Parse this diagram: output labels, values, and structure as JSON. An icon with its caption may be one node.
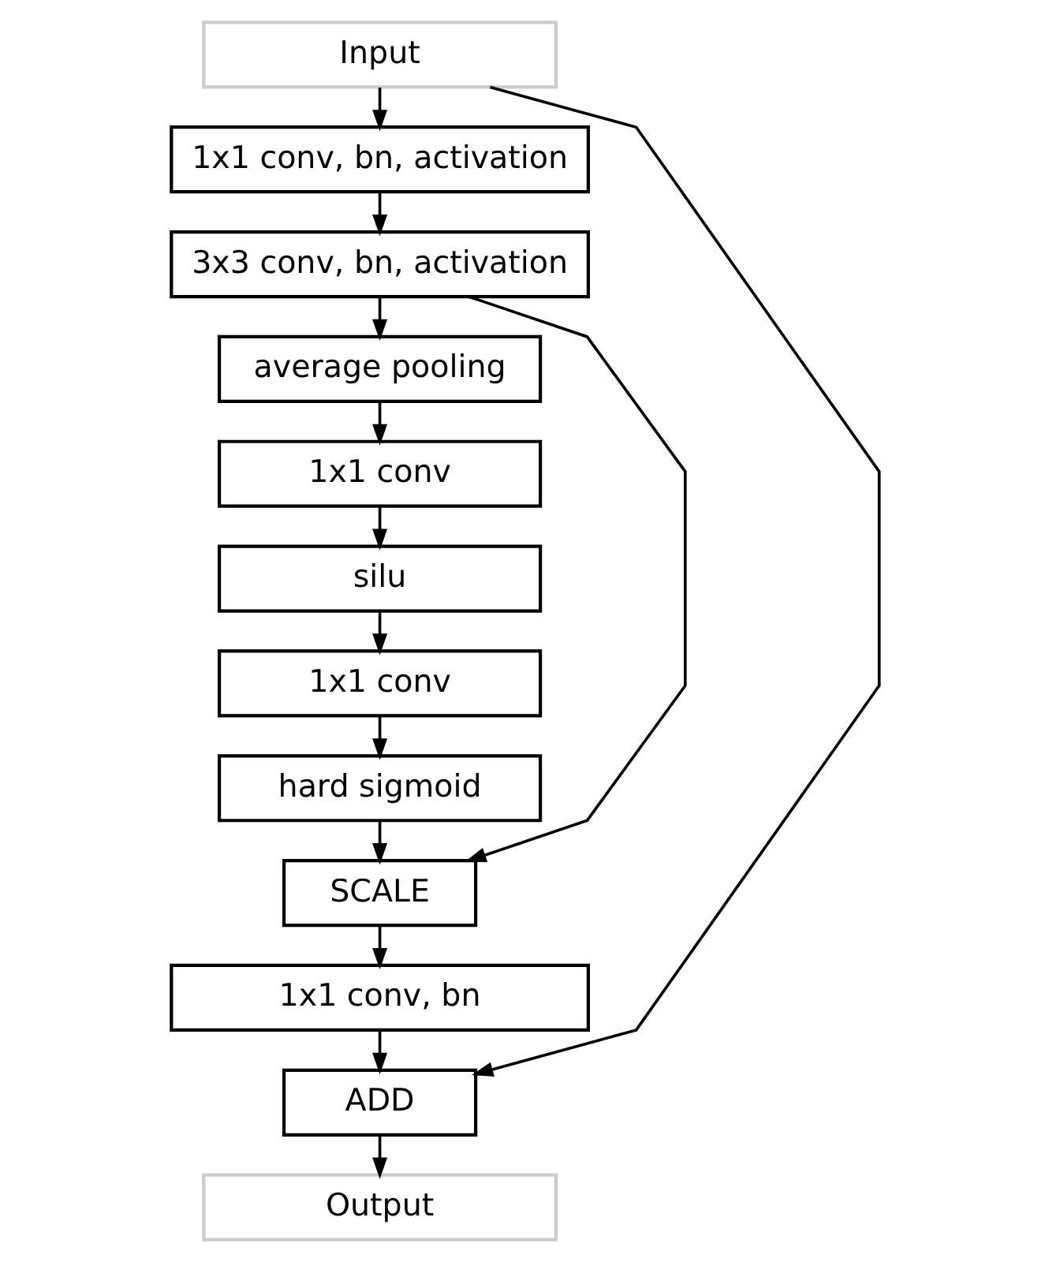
{
  "diagram": {
    "nodes": [
      {
        "text": [
          "Input"
        ]
      },
      {
        "text": [
          "1x1 conv, bn, activation"
        ]
      },
      {
        "text": [
          "3x3 conv, bn, activation"
        ]
      },
      {
        "text": [
          "average pooling"
        ]
      },
      {
        "text": [
          "1x1 conv"
        ]
      },
      {
        "text": [
          "silu"
        ]
      },
      {
        "text": [
          "1x1 conv"
        ]
      },
      {
        "text": [
          "hard sigmoid"
        ]
      },
      {
        "text": [
          "SCALE"
        ]
      },
      {
        "text": [
          "1x1 conv, bn"
        ]
      },
      {
        "text": [
          "ADD"
        ]
      },
      {
        "text": [
          "Output"
        ]
      }
    ],
    "edges": [
      {
        "from": 0,
        "to": 1,
        "arrow": "to"
      },
      {
        "from": 0,
        "to": 10,
        "arrow": "to"
      },
      {
        "from": 1,
        "to": 2,
        "arrow": "to"
      },
      {
        "from": 2,
        "to": 3,
        "arrow": "to"
      },
      {
        "from": 2,
        "to": 8,
        "arrow": "to"
      },
      {
        "from": 3,
        "to": 4,
        "arrow": "to"
      },
      {
        "from": 4,
        "to": 5,
        "arrow": "to"
      },
      {
        "from": 5,
        "to": 6,
        "arrow": "to"
      },
      {
        "from": 6,
        "to": 7,
        "arrow": "to"
      },
      {
        "from": 7,
        "to": 8,
        "arrow": "to"
      },
      {
        "from": 8,
        "to": 9,
        "arrow": "to"
      },
      {
        "from": 9,
        "to": 10,
        "arrow": "to"
      },
      {
        "from": 10,
        "to": 11,
        "arrow": "to"
      }
    ]
  }
}
